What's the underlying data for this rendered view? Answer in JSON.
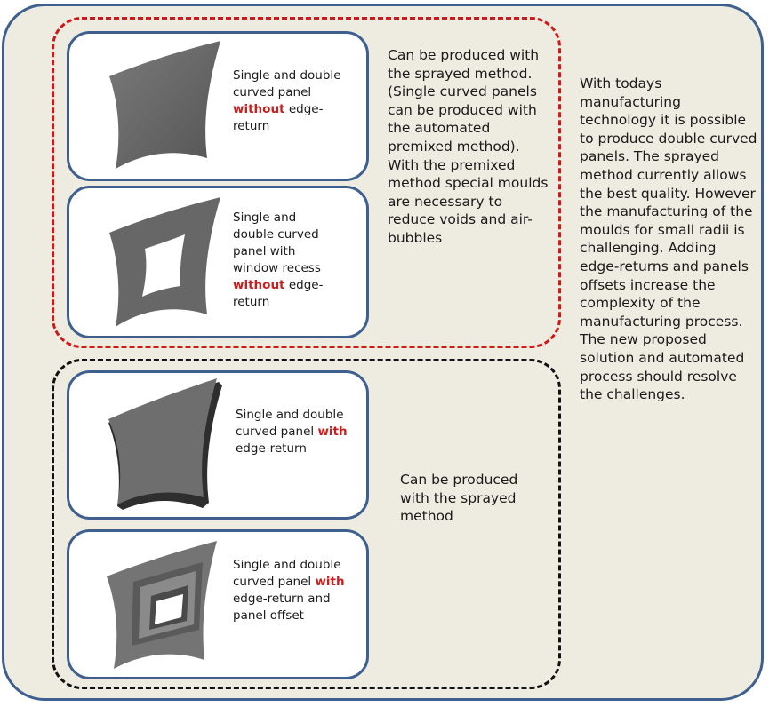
{
  "groups": {
    "red": {
      "note": "Can be produced with the sprayed method. (Single curved panels can be produced with the automated premixed method). With the premixed method special moulds are necessary to reduce voids and air-bubbles",
      "cards": [
        {
          "caption": {
            "pre": "Single and double curved panel",
            "em": "without",
            "post": "edge-return"
          }
        },
        {
          "caption": {
            "pre": "Single and double curved panel with window recess",
            "em": "without",
            "post": "edge-return"
          }
        }
      ]
    },
    "black": {
      "note": "Can be produced with the sprayed method",
      "cards": [
        {
          "caption": {
            "pre": "Single and double curved panel",
            "em": "with",
            "post": "edge-return"
          }
        },
        {
          "caption": {
            "pre": "Single and double curved panel",
            "em": "with",
            "post": "edge-return and panel offset"
          }
        }
      ]
    }
  },
  "side_note": "With todays manufacturing technology it is possible to produce double curved panels. The sprayed method currently allows the best quality. However the manufacturing of the moulds for small radii is challenging. Adding edge-returns and panels offsets increase the complexity of the manufacturing process. The new proposed solution and automated process should resolve the challenges.",
  "colors": {
    "background": "#eeebe1",
    "outer_border": "#3f5f8f",
    "card_border": "#3f5f8f",
    "red_group_border": "#d01818",
    "black_group_border": "#111111",
    "emphasis": "#c81e1e",
    "panel_fill": "#6b6b6b"
  },
  "icons": [
    "curved-panel-icon",
    "curved-panel-window-icon",
    "curved-panel-edge-return-icon",
    "curved-panel-offset-window-icon"
  ]
}
